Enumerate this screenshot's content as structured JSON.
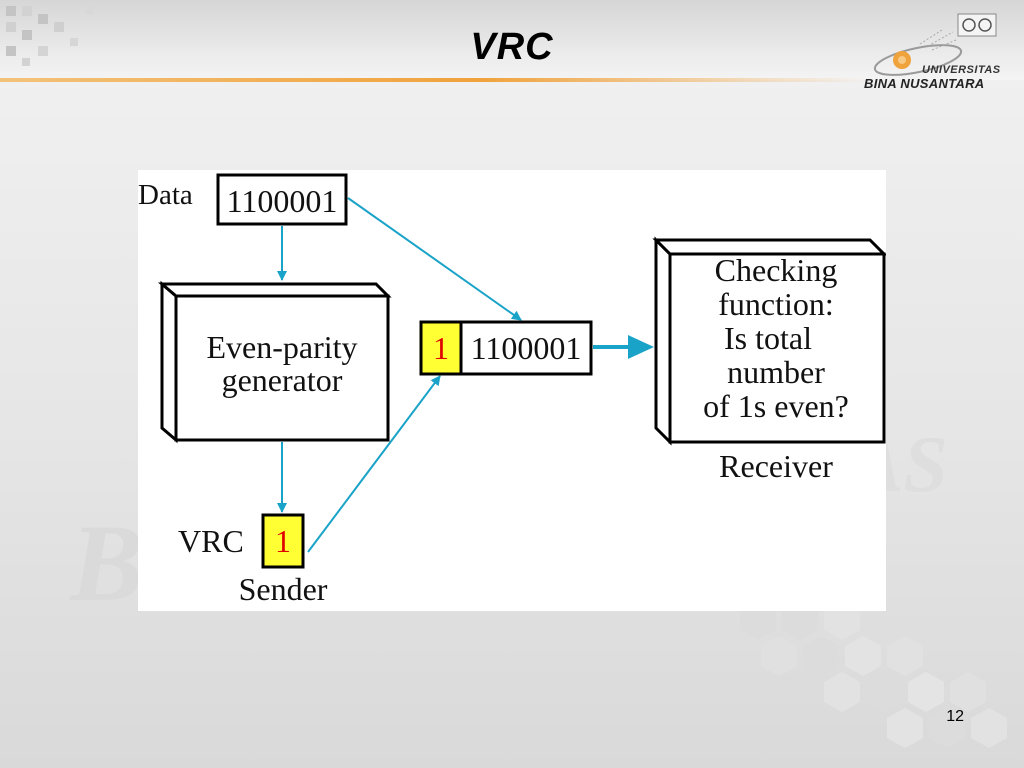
{
  "slide": {
    "title": "VRC",
    "page_number": "12"
  },
  "logo": {
    "line1": "UNIVERSITAS",
    "line2": "BINA NUSANTARA"
  },
  "watermark": {
    "text": "BINUS",
    "text2": "AS"
  },
  "diagram": {
    "data_label": "Data",
    "data_value": "1100001",
    "generator_line1": "Even-parity",
    "generator_line2": "generator",
    "vrc_label": "VRC",
    "vrc_bit": "1",
    "sender_label": "Sender",
    "combined_bit": "1",
    "combined_data": "1100001",
    "check_line1": "Checking",
    "check_line2": "function:",
    "check_line3": "Is total",
    "check_line4": "number",
    "check_line5": "of 1s even?",
    "receiver_label": "Receiver"
  },
  "colors": {
    "arrow": "#1aa3c8",
    "parity_fill": "#ffff33",
    "parity_text": "#e00000",
    "accent": "#f0a23c"
  }
}
